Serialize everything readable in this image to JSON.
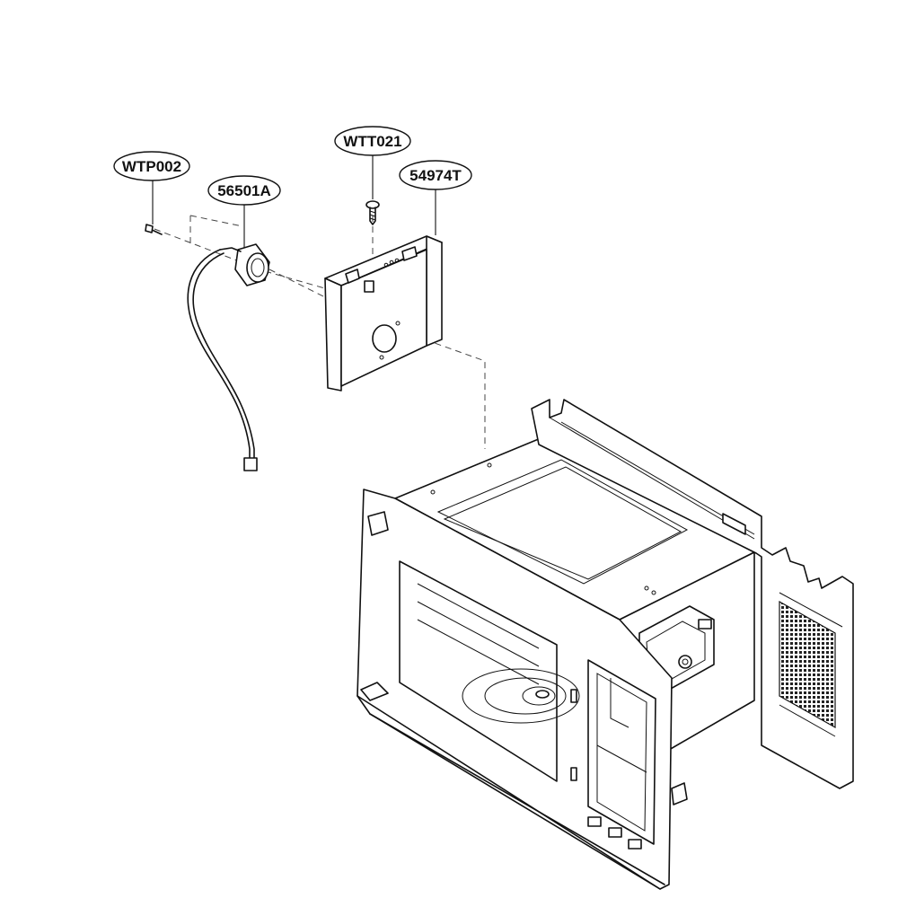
{
  "diagram": {
    "parts": [
      {
        "id": "wtp002",
        "label": "WTP002"
      },
      {
        "id": "56501a",
        "label": "56501A"
      },
      {
        "id": "wtt021",
        "label": "WTT021"
      },
      {
        "id": "54974t",
        "label": "54974T"
      }
    ]
  }
}
